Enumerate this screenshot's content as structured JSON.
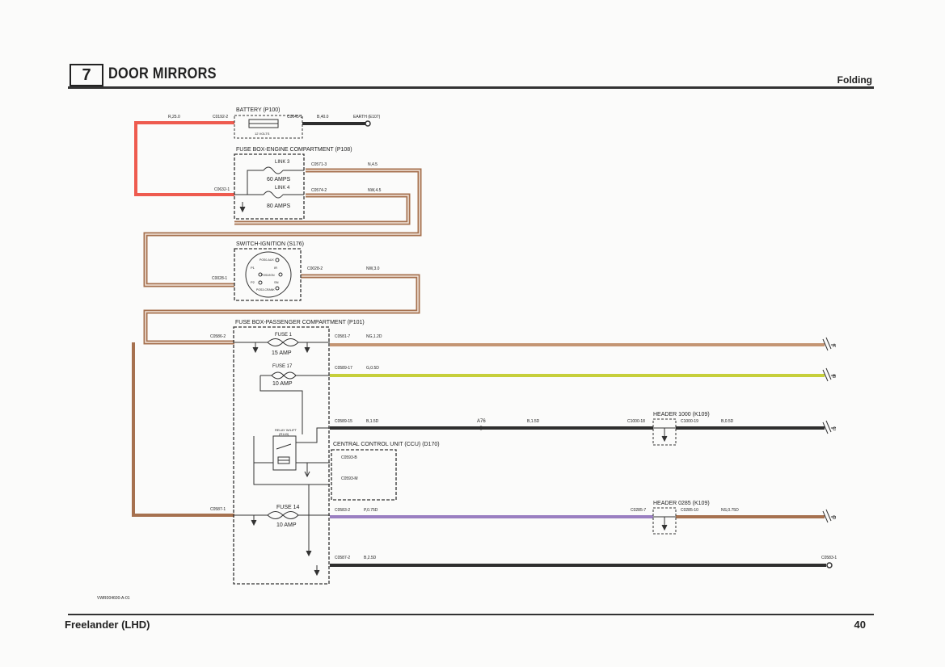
{
  "header": {
    "section_number": "7",
    "title": "DOOR MIRRORS",
    "subtitle": "Folding"
  },
  "footer": {
    "vehicle": "Freelander (LHD)",
    "page_number": "40"
  },
  "drawing_ref": "VWR004600-A-01",
  "colors": {
    "red": "#ee5b4f",
    "brown": "#a6714f",
    "black": "#2e2e2e",
    "yellowgreen": "#c6cf3a",
    "purple": "#9a7fc1",
    "tan": "#c49573"
  },
  "components": {
    "battery": {
      "name": "BATTERY (P100)",
      "voltage": "12 VOLTS"
    },
    "fuse_box_engine": {
      "name": "FUSE BOX-ENGINE COMPARTMENT (P108)",
      "link3": "LINK 3",
      "link3_rating": "60 AMPS",
      "link4": "LINK 4",
      "link4_rating": "80 AMPS"
    },
    "ignition": {
      "name": "SWITCH-IGNITION (S176)",
      "pos_aux": "POS0-AUX",
      "pos_ii": "POS2/IGN",
      "pos_crank": "POS3-CRANK",
      "t1": "P1",
      "t2": "IR",
      "t3": "P2",
      "t4": "SN"
    },
    "fuse_box_passenger": {
      "name": "FUSE BOX-PASSENGER COMPARTMENT (P101)",
      "fuse1": "FUSE 1",
      "fuse1_rating": "15 AMP",
      "fuse17": "FUSE 17",
      "fuse17_rating": "10 AMP",
      "fuse14": "FUSE 14",
      "fuse14_rating": "10 AMP",
      "relay": "RELAY W/LIFT",
      "relay_ref": "(R143)"
    },
    "ccu": {
      "name": "CENTRAL CONTROL UNIT (CCU) (D170)",
      "c1": "C0593-B",
      "c2": "C0593-M"
    },
    "header1000": {
      "name": "HEADER 1000 (K109)"
    },
    "header0285": {
      "name": "HEADER 0285 (K109)"
    }
  },
  "connectors": {
    "c0192_2": "C0192-2",
    "c0045_1": "C0045-1",
    "c0632_1": "C0632-1",
    "c0571_3": "C0571-3",
    "c0574_2": "C0574-2",
    "c0028_1": "C0028-1",
    "c0028_2": "C0028-2",
    "c0586_2": "C0586-2",
    "c0581_7": "C0581-7",
    "c0589_17": "C0589-17",
    "c0589_15": "C0589-15",
    "c1000_18": "C1000-18",
    "c1000_19": "C1000-19",
    "c0587_1": "C0587-1",
    "c0583_2": "C0583-2",
    "c0285_7": "C0285-7",
    "c0285_10": "C0285-10",
    "c0587_2": "C0587-2",
    "c0583_1": "C0583-1"
  },
  "wires": {
    "r25": "R,25.0",
    "b40": "B,40.0",
    "earth": "EARTH (E107)",
    "n45": "N,4.5",
    "nw45": "NW,4.5",
    "nw30": "NW,3.0",
    "ng12": "NG,1.2D",
    "g05": "G,0.5D",
    "b15": "B,1.5D",
    "a76": "A76",
    "b15b": "B,1.5D",
    "b05": "B,0.5D",
    "p075": "P,0.75D",
    "ns075": "NS,0.75D",
    "b25": "B,2.5D"
  },
  "outputs": {
    "a": "A",
    "b": "B",
    "c": "C",
    "d": "D"
  }
}
